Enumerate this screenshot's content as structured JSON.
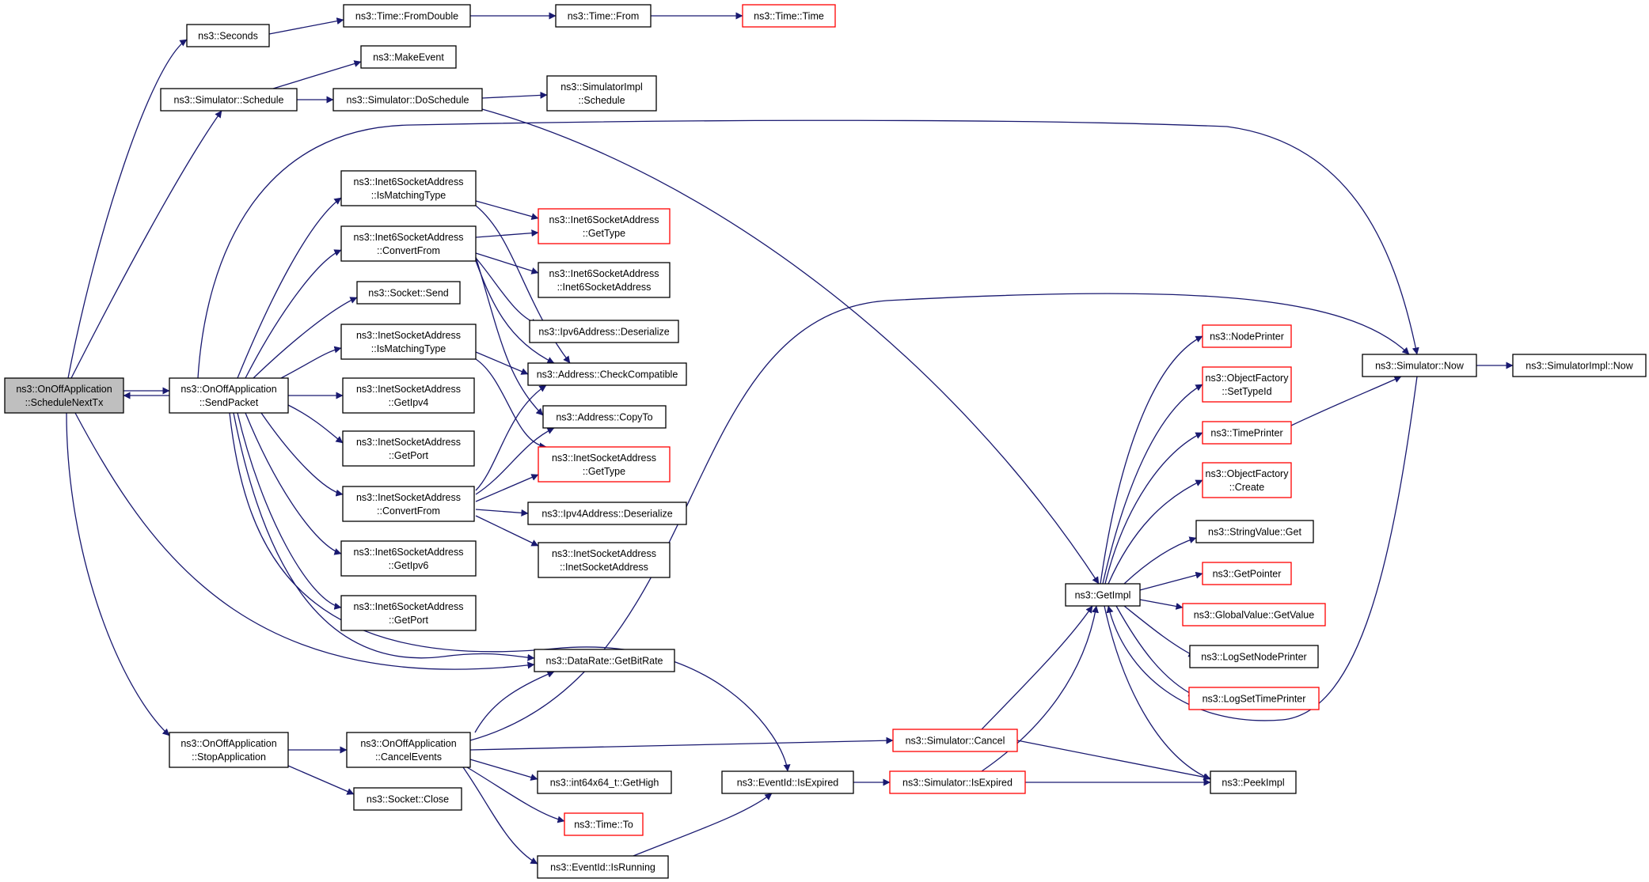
{
  "graph": {
    "edge_color": "#191970",
    "node_border_color": "#000000",
    "incomplete_node_border_color": "#ff0000",
    "root_fill_color": "#bfbfbf",
    "nodes": [
      {
        "id": "schedNextTx",
        "lines": [
          "ns3::OnOffApplication",
          "::ScheduleNextTx"
        ],
        "style": "root"
      },
      {
        "id": "seconds",
        "lines": [
          "ns3::Seconds"
        ],
        "style": "normal"
      },
      {
        "id": "fromDouble",
        "lines": [
          "ns3::Time::FromDouble"
        ],
        "style": "normal"
      },
      {
        "id": "timeFrom",
        "lines": [
          "ns3::Time::From"
        ],
        "style": "normal"
      },
      {
        "id": "timeTime",
        "lines": [
          "ns3::Time::Time"
        ],
        "style": "incomplete"
      },
      {
        "id": "makeEvent",
        "lines": [
          "ns3::MakeEvent"
        ],
        "style": "normal"
      },
      {
        "id": "simSchedule",
        "lines": [
          "ns3::Simulator::Schedule"
        ],
        "style": "normal"
      },
      {
        "id": "doSchedule",
        "lines": [
          "ns3::Simulator::DoSchedule"
        ],
        "style": "normal"
      },
      {
        "id": "implSchedule",
        "lines": [
          "ns3::SimulatorImpl",
          "::Schedule"
        ],
        "style": "normal"
      },
      {
        "id": "i6IsMatching",
        "lines": [
          "ns3::Inet6SocketAddress",
          "::IsMatchingType"
        ],
        "style": "normal"
      },
      {
        "id": "i6GetType",
        "lines": [
          "ns3::Inet6SocketAddress",
          "::GetType"
        ],
        "style": "incomplete"
      },
      {
        "id": "i6ConvertFrom",
        "lines": [
          "ns3::Inet6SocketAddress",
          "::ConvertFrom"
        ],
        "style": "normal"
      },
      {
        "id": "i6Ctor",
        "lines": [
          "ns3::Inet6SocketAddress",
          "::Inet6SocketAddress"
        ],
        "style": "normal"
      },
      {
        "id": "socketSend",
        "lines": [
          "ns3::Socket::Send"
        ],
        "style": "normal"
      },
      {
        "id": "ipv6Deser",
        "lines": [
          "ns3::Ipv6Address::Deserialize"
        ],
        "style": "normal"
      },
      {
        "id": "iIsMatching",
        "lines": [
          "ns3::InetSocketAddress",
          "::IsMatchingType"
        ],
        "style": "normal"
      },
      {
        "id": "checkCompat",
        "lines": [
          "ns3::Address::CheckCompatible"
        ],
        "style": "normal"
      },
      {
        "id": "sendPacket",
        "lines": [
          "ns3::OnOffApplication",
          "::SendPacket"
        ],
        "style": "normal"
      },
      {
        "id": "iGetIpv4",
        "lines": [
          "ns3::InetSocketAddress",
          "::GetIpv4"
        ],
        "style": "normal"
      },
      {
        "id": "copyTo",
        "lines": [
          "ns3::Address::CopyTo"
        ],
        "style": "normal"
      },
      {
        "id": "iGetPort",
        "lines": [
          "ns3::InetSocketAddress",
          "::GetPort"
        ],
        "style": "normal"
      },
      {
        "id": "iGetType",
        "lines": [
          "ns3::InetSocketAddress",
          "::GetType"
        ],
        "style": "incomplete"
      },
      {
        "id": "iConvertFrom",
        "lines": [
          "ns3::InetSocketAddress",
          "::ConvertFrom"
        ],
        "style": "normal"
      },
      {
        "id": "ipv4Deser",
        "lines": [
          "ns3::Ipv4Address::Deserialize"
        ],
        "style": "normal"
      },
      {
        "id": "iCtor",
        "lines": [
          "ns3::InetSocketAddress",
          "::InetSocketAddress"
        ],
        "style": "normal"
      },
      {
        "id": "i6GetIpv6",
        "lines": [
          "ns3::Inet6SocketAddress",
          "::GetIpv6"
        ],
        "style": "normal"
      },
      {
        "id": "i6GetPort",
        "lines": [
          "ns3::Inet6SocketAddress",
          "::GetPort"
        ],
        "style": "normal"
      },
      {
        "id": "getBitRate",
        "lines": [
          "ns3::DataRate::GetBitRate"
        ],
        "style": "normal"
      },
      {
        "id": "stopApp",
        "lines": [
          "ns3::OnOffApplication",
          "::StopApplication"
        ],
        "style": "normal"
      },
      {
        "id": "cancelEvents",
        "lines": [
          "ns3::OnOffApplication",
          "::CancelEvents"
        ],
        "style": "normal"
      },
      {
        "id": "socketClose",
        "lines": [
          "ns3::Socket::Close"
        ],
        "style": "normal"
      },
      {
        "id": "getHigh",
        "lines": [
          "ns3::int64x64_t::GetHigh"
        ],
        "style": "normal"
      },
      {
        "id": "timeTo",
        "lines": [
          "ns3::Time::To"
        ],
        "style": "incomplete"
      },
      {
        "id": "isRunning",
        "lines": [
          "ns3::EventId::IsRunning"
        ],
        "style": "normal"
      },
      {
        "id": "isExpired",
        "lines": [
          "ns3::EventId::IsExpired"
        ],
        "style": "normal"
      },
      {
        "id": "simIsExpired",
        "lines": [
          "ns3::Simulator::IsExpired"
        ],
        "style": "incomplete"
      },
      {
        "id": "simCancel",
        "lines": [
          "ns3::Simulator::Cancel"
        ],
        "style": "incomplete"
      },
      {
        "id": "getImpl",
        "lines": [
          "ns3::GetImpl"
        ],
        "style": "normal"
      },
      {
        "id": "nodePrinter",
        "lines": [
          "ns3::NodePrinter"
        ],
        "style": "incomplete"
      },
      {
        "id": "ofSetTypeId",
        "lines": [
          "ns3::ObjectFactory",
          "::SetTypeId"
        ],
        "style": "incomplete"
      },
      {
        "id": "timePrinter",
        "lines": [
          "ns3::TimePrinter"
        ],
        "style": "incomplete"
      },
      {
        "id": "ofCreate",
        "lines": [
          "ns3::ObjectFactory",
          "::Create"
        ],
        "style": "incomplete"
      },
      {
        "id": "stringGet",
        "lines": [
          "ns3::StringValue::Get"
        ],
        "style": "normal"
      },
      {
        "id": "getPointer",
        "lines": [
          "ns3::GetPointer"
        ],
        "style": "incomplete"
      },
      {
        "id": "globalGetValue",
        "lines": [
          "ns3::GlobalValue::GetValue"
        ],
        "style": "incomplete"
      },
      {
        "id": "logSetNode",
        "lines": [
          "ns3::LogSetNodePrinter"
        ],
        "style": "normal"
      },
      {
        "id": "logSetTime",
        "lines": [
          "ns3::LogSetTimePrinter"
        ],
        "style": "incomplete"
      },
      {
        "id": "peekImpl",
        "lines": [
          "ns3::PeekImpl"
        ],
        "style": "normal"
      },
      {
        "id": "simNow",
        "lines": [
          "ns3::Simulator::Now"
        ],
        "style": "normal"
      },
      {
        "id": "implNow",
        "lines": [
          "ns3::SimulatorImpl::Now"
        ],
        "style": "normal"
      }
    ],
    "edges": [
      [
        "schedNextTx",
        "seconds"
      ],
      [
        "schedNextTx",
        "simSchedule"
      ],
      [
        "schedNextTx",
        "sendPacket"
      ],
      [
        "schedNextTx",
        "getBitRate"
      ],
      [
        "schedNextTx",
        "stopApp"
      ],
      [
        "sendPacket",
        "schedNextTx"
      ],
      [
        "seconds",
        "fromDouble"
      ],
      [
        "fromDouble",
        "timeFrom"
      ],
      [
        "timeFrom",
        "timeTime"
      ],
      [
        "simSchedule",
        "makeEvent"
      ],
      [
        "simSchedule",
        "doSchedule"
      ],
      [
        "doSchedule",
        "implSchedule"
      ],
      [
        "doSchedule",
        "getImpl"
      ],
      [
        "sendPacket",
        "simNow"
      ],
      [
        "sendPacket",
        "i6IsMatching"
      ],
      [
        "sendPacket",
        "i6ConvertFrom"
      ],
      [
        "sendPacket",
        "socketSend"
      ],
      [
        "sendPacket",
        "iIsMatching"
      ],
      [
        "sendPacket",
        "iGetIpv4"
      ],
      [
        "sendPacket",
        "iGetPort"
      ],
      [
        "sendPacket",
        "iConvertFrom"
      ],
      [
        "sendPacket",
        "i6GetIpv6"
      ],
      [
        "sendPacket",
        "i6GetPort"
      ],
      [
        "sendPacket",
        "getBitRate"
      ],
      [
        "sendPacket",
        "isExpired"
      ],
      [
        "i6IsMatching",
        "i6GetType"
      ],
      [
        "i6IsMatching",
        "checkCompat"
      ],
      [
        "i6ConvertFrom",
        "i6GetType"
      ],
      [
        "i6ConvertFrom",
        "i6Ctor"
      ],
      [
        "i6ConvertFrom",
        "ipv6Deser"
      ],
      [
        "i6ConvertFrom",
        "checkCompat"
      ],
      [
        "i6ConvertFrom",
        "copyTo"
      ],
      [
        "iIsMatching",
        "checkCompat"
      ],
      [
        "iIsMatching",
        "iGetType"
      ],
      [
        "iConvertFrom",
        "checkCompat"
      ],
      [
        "iConvertFrom",
        "copyTo"
      ],
      [
        "iConvertFrom",
        "iGetType"
      ],
      [
        "iConvertFrom",
        "ipv4Deser"
      ],
      [
        "iConvertFrom",
        "iCtor"
      ],
      [
        "stopApp",
        "cancelEvents"
      ],
      [
        "stopApp",
        "socketClose"
      ],
      [
        "cancelEvents",
        "getBitRate"
      ],
      [
        "cancelEvents",
        "simNow"
      ],
      [
        "cancelEvents",
        "simCancel"
      ],
      [
        "cancelEvents",
        "getHigh"
      ],
      [
        "cancelEvents",
        "timeTo"
      ],
      [
        "cancelEvents",
        "isRunning"
      ],
      [
        "isRunning",
        "isExpired"
      ],
      [
        "isExpired",
        "simIsExpired"
      ],
      [
        "simIsExpired",
        "getImpl"
      ],
      [
        "simIsExpired",
        "peekImpl"
      ],
      [
        "simCancel",
        "getImpl"
      ],
      [
        "simCancel",
        "peekImpl"
      ],
      [
        "getImpl",
        "nodePrinter"
      ],
      [
        "getImpl",
        "ofSetTypeId"
      ],
      [
        "getImpl",
        "timePrinter"
      ],
      [
        "getImpl",
        "ofCreate"
      ],
      [
        "getImpl",
        "stringGet"
      ],
      [
        "getImpl",
        "getPointer"
      ],
      [
        "getImpl",
        "globalGetValue"
      ],
      [
        "getImpl",
        "logSetNode"
      ],
      [
        "getImpl",
        "logSetTime"
      ],
      [
        "getImpl",
        "peekImpl"
      ],
      [
        "timePrinter",
        "simNow"
      ],
      [
        "simNow",
        "implNow"
      ],
      [
        "simNow",
        "getImpl"
      ]
    ]
  }
}
